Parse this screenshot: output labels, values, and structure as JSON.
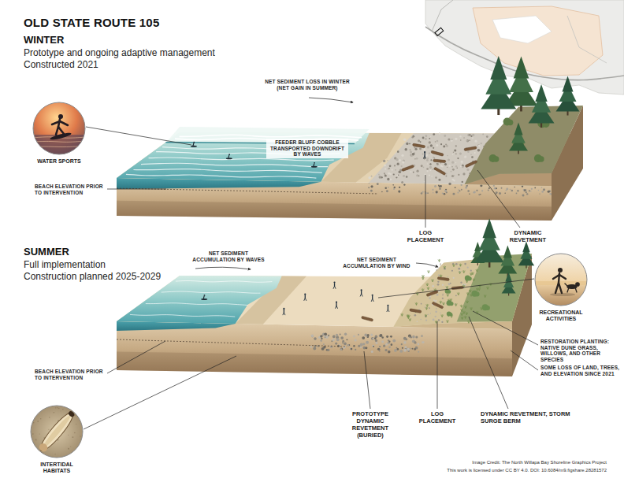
{
  "diagram": {
    "title": "OLD STATE ROUTE 105",
    "nodes": [
      {
        "text": [
          "WATER SPORTS"
        ]
      },
      {
        "text": [
          "RECREATIONAL ACTIVITIES"
        ]
      },
      {
        "text": [
          "INTERTIDAL HABITATS"
        ]
      }
    ],
    "labels": [
      "WINTER",
      "Prototype and ongoing adaptive management",
      "Constructed 2021",
      "NET SEDIMENT LOSS IN WINTER (NET GAIN IN SUMMER)",
      "FEEDER BLUFF COBBLE TRANSPORTED DOWNDRIFT BY WAVES",
      "BEACH ELEVATION PRIOR TO INTERVENTION",
      "LOG PLACEMENT",
      "DYNAMIC REVETMENT",
      "SUMMER",
      "Full implementation",
      "Construction planned 2025-2029",
      "NET SEDIMENT ACCUMULATION BY WIND",
      "NET SEDIMENT ACCUMULATION BY WAVES",
      "RESTORATION PLANTING: NATIVE DUNE GRASS, WILLOWS, AND OTHER SPECIES",
      "SOME LOSS OF LAND, TREES, AND ELEVATION SINCE 2021",
      "BEACH ELEVATION PRIOR TO INTERVENTION",
      "PROTOTYPE DYNAMIC REVETMENT (BURIED)",
      "LOG PLACEMENT",
      "DYNAMIC REVETMENT, STORM SURGE BERM",
      "Image Credit: The North Willapa Bay Shoreline Graphics Project",
      "This work is licensed under CC BY 4.0. DOI: 10.6084/m9.figshare.28281572"
    ]
  }
}
